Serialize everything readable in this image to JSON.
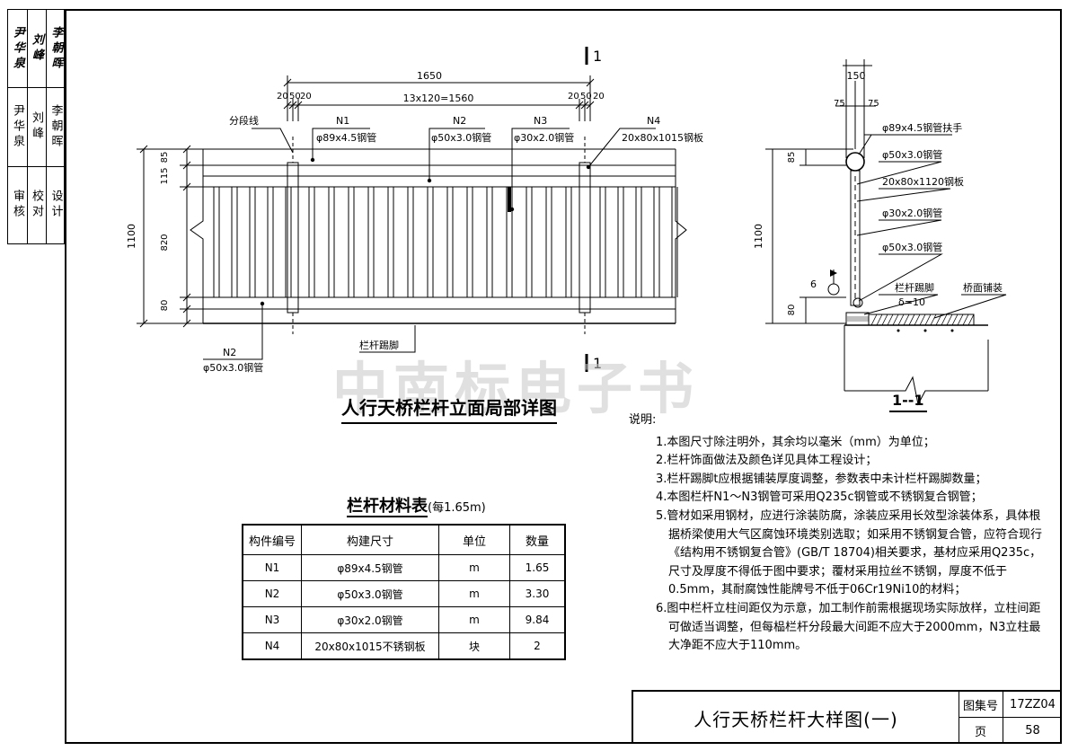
{
  "sidebar": {
    "roles": [
      "审核",
      "校对",
      "设计"
    ],
    "names": [
      "李朝晖",
      "刘峰",
      "尹华泉"
    ],
    "signatures": [
      "李朝晖",
      "刘峰",
      "尹华泉"
    ]
  },
  "elevation": {
    "title": "人行天桥栏杆立面局部详图",
    "section_mark": "1",
    "dim_total": "1650",
    "dim_spacing": "13x120=1560",
    "dim_small": [
      "20",
      "50",
      "20",
      "20",
      "50",
      "20"
    ],
    "dim_heights": [
      "85",
      "115",
      "820",
      "80",
      "1100"
    ],
    "labels": {
      "segment_line": "分段线",
      "n1": "N1",
      "n1_spec": "φ89x4.5钢管",
      "n2": "N2",
      "n2_spec": "φ50x3.0钢管",
      "n3": "N3",
      "n3_spec": "φ30x2.0钢管",
      "n4": "N4",
      "n4_spec": "20x80x1015钢板",
      "n2_bottom": "N2",
      "n2_bottom_spec": "φ50x3.0钢管",
      "kick": "栏杆踢脚"
    }
  },
  "section": {
    "title": "1--1",
    "dim_top": "150",
    "dim_halves": [
      "75",
      "75"
    ],
    "dim_height": "1100",
    "dim_85": "85",
    "dim_80": "80",
    "labels": {
      "handrail": "φ89x4.5钢管扶手",
      "pipe50a": "φ50x3.0钢管",
      "plate": "20x80x1120钢板",
      "pipe30": "φ30x2.0钢管",
      "pipe50b": "φ50x3.0钢管",
      "kick": "栏杆踢脚",
      "delta": "δ=10",
      "paving": "桥面铺装",
      "t_mark": "6"
    }
  },
  "notes": {
    "title": "说明:",
    "items": [
      "1.本图尺寸除注明外，其余均以毫米（mm）为单位；",
      "2.栏杆饰面做法及颜色详见具体工程设计；",
      "3.栏杆踢脚t应根据铺装厚度调整，参数表中未计栏杆踢脚数量；",
      "4.本图栏杆N1～N3钢管可采用Q235c钢管或不锈钢复合钢管；",
      "5.管材如采用钢材，应进行涂装防腐，涂装应采用长效型涂装体系，具体根据桥梁使用大气区腐蚀环境类别选取；如采用不锈钢复合管，应符合现行《结构用不锈钢复合管》(GB/T 18704)相关要求，基材应采用Q235c，尺寸及厚度不得低于图中要求；覆材采用拉丝不锈钢，厚度不低于0.5mm，其耐腐蚀性能牌号不低于06Cr19Ni10的材料；",
      "6.图中栏杆立柱间距仅为示意，加工制作前需根据现场实际放样，立柱间距可做适当调整，但每榀栏杆分段最大间距不应大于2000mm，N3立柱最大净距不应大于110mm。"
    ]
  },
  "materials": {
    "title": "栏杆材料表",
    "subtitle": "(每1.65m)",
    "headers": [
      "构件编号",
      "构建尺寸",
      "单位",
      "数量"
    ],
    "rows": [
      [
        "N1",
        "φ89x4.5钢管",
        "m",
        "1.65"
      ],
      [
        "N2",
        "φ50x3.0钢管",
        "m",
        "3.30"
      ],
      [
        "N3",
        "φ30x2.0钢管",
        "m",
        "9.84"
      ],
      [
        "N4",
        "20x80x1015不锈钢板",
        "块",
        "2"
      ]
    ]
  },
  "title_block": {
    "title": "人行天桥栏杆大样图(一)",
    "atlas_label": "图集号",
    "atlas_no": "17ZZ04",
    "page_label": "页",
    "page_no": "58"
  },
  "watermark": "中南标电子书"
}
